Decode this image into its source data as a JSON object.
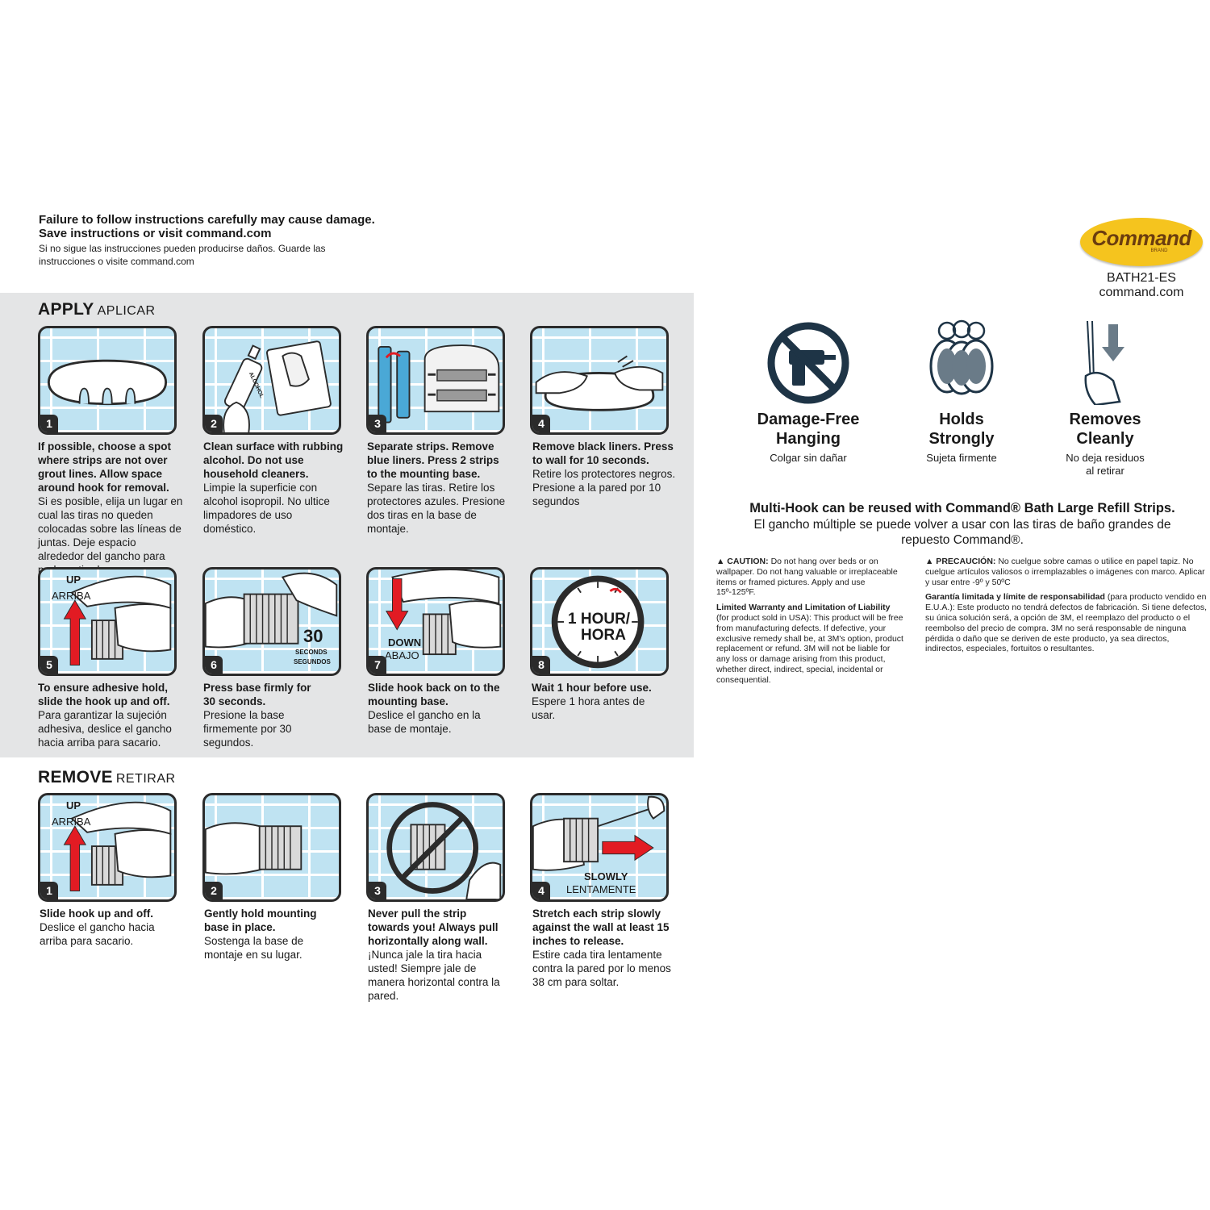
{
  "header": {
    "warning_en_1": "Failure to follow instructions carefully may cause damage.",
    "warning_en_2": "Save instructions or visit command.com",
    "warning_es": "Si no sigue las instrucciones pueden producirse daños. Guarde las instrucciones o visite command.com"
  },
  "brand": {
    "logo_text": "Command",
    "logo_sub": "BRAND",
    "product_code": "BATH21-ES",
    "website": "command.com",
    "logo_color": "#f5c41e"
  },
  "apply": {
    "title": "APPLY",
    "title_es": "APLICAR",
    "steps": [
      {
        "num": "1",
        "en": "If possible, choose a spot where strips are not over grout lines. Allow space around hook for removal.",
        "es": "Si es posible, elija un lugar en cual las tiras no queden colocadas sobre las líneas de juntas. Deje espacio alrededor del gancho para poder retirarlo."
      },
      {
        "num": "2",
        "en": "Clean surface with rubbing alcohol. Do not use household cleaners.",
        "es": "Limpie la superficie con alcohol isopropil. No ultice limpadores de uso doméstico."
      },
      {
        "num": "3",
        "en": "Separate strips. Remove blue liners. Press 2 strips to the mounting base.",
        "es": "Separe las tiras. Retire los protectores azules. Presione dos tiras en la base de montaje."
      },
      {
        "num": "4",
        "en": "Remove black liners. Press to wall for 10 seconds.",
        "es": "Retire los protectores negros. Presione a la pared por 10 segundos"
      },
      {
        "num": "5",
        "en": "To ensure adhesive hold, slide the hook up and off.",
        "es": "Para garantizar la sujeción adhesiva, deslice el gancho hacia arriba para sacario."
      },
      {
        "num": "6",
        "en": "Press base firmly for 30 seconds.",
        "es": "Presione la base firmemente por 30 segundos."
      },
      {
        "num": "7",
        "en": "Slide hook back on to the mounting base.",
        "es": "Deslice el gancho en la base de montaje."
      },
      {
        "num": "8",
        "en": "Wait 1 hour before use.",
        "es": "Espere 1 hora antes de usar."
      }
    ],
    "illus": {
      "bottle_label": "ALCOHOL",
      "up": "UP",
      "arriba": "ARRIBA",
      "down": "DOWN",
      "abajo": "ABAJO",
      "seconds_num": "30",
      "seconds": "SECONDS",
      "segundos": "SEGUNDOS",
      "hour_1": "1 HOUR/",
      "hour_2": "HORA"
    }
  },
  "remove": {
    "title": "REMOVE",
    "title_es": "RETIRAR",
    "steps": [
      {
        "num": "1",
        "en": "Slide hook up and off.",
        "es": "Deslice el gancho hacia arriba para sacario."
      },
      {
        "num": "2",
        "en": "Gently hold mounting base in place.",
        "es": "Sostenga la base de montaje en su lugar."
      },
      {
        "num": "3",
        "en": "Never pull the strip towards you! Always pull horizontally along wall.",
        "es": "¡Nunca jale la tira hacia usted! Siempre jale de manera horizontal contra la pared."
      },
      {
        "num": "4",
        "en": "Stretch each strip slowly against the wall at least 15 inches to release.",
        "es": "Estire cada tira lentamente contra la pared por lo menos 38 cm para soltar."
      }
    ],
    "illus": {
      "up": "UP",
      "arriba": "ARRIBA",
      "slowly": "SLOWLY",
      "lentamente": "LENTAMENTE"
    }
  },
  "features": [
    {
      "icon": "no-drill-icon",
      "title_1": "Damage-Free",
      "title_2": "Hanging",
      "es_1": "Colgar sin dañar",
      "es_2": ""
    },
    {
      "icon": "loofah-icon",
      "title_1": "Holds",
      "title_2": "Strongly",
      "es_1": "Sujeta firmente",
      "es_2": ""
    },
    {
      "icon": "pull-down-icon",
      "title_1": "Removes",
      "title_2": "Cleanly",
      "es_1": "No deja residuos",
      "es_2": "al retirar"
    }
  ],
  "reuse": {
    "en": "Multi-Hook can be reused with Command® Bath Large Refill Strips.",
    "es": "El gancho múltiple se puede volver a usar con las tiras de baño grandes de repuesto Command®."
  },
  "legal": {
    "caution_label": "▲ CAUTION:",
    "caution_text": "Do not hang over beds or on wallpaper. Do not hang valuable or irreplaceable items or framed pictures. Apply and use 15º-125ºF.",
    "warranty_label": "Limited Warranty and Limitation of Liability",
    "warranty_text": "(for product sold in USA): This product will be free from manufacturing defects. If defective, your exclusive remedy shall be, at 3M's option, product replacement or refund. 3M will not be liable for any loss or damage arising from this product, whether direct, indirect, special, incidental or consequential.",
    "precaucion_label": "▲ PRECAUCIÓN:",
    "precaucion_text": "No cuelgue sobre camas o utilice en papel tapiz. No cuelgue artículos valiosos o irremplazables o imágenes con marco. Aplicar y usar entre -9º y 50ºC",
    "garantia_label": "Garantía limitada y límite de responsabilidad",
    "garantia_text": "(para producto vendido en E.U.A.): Este producto no tendrá defectos de fabricación. Si tiene defectos, su única solución será, a opción de 3M, el reemplazo del producto o el reembolso del precio de compra. 3M no será responsable de ninguna pérdida o daño que se deriven de este producto, ya sea directos, indirectos, especiales, fortuitos o resultantes."
  },
  "colors": {
    "panel_bg": "#e4e5e6",
    "tile_blue": "#bfe3f2",
    "arrow_red": "#e21b23",
    "icon_navy": "#1e3446"
  }
}
